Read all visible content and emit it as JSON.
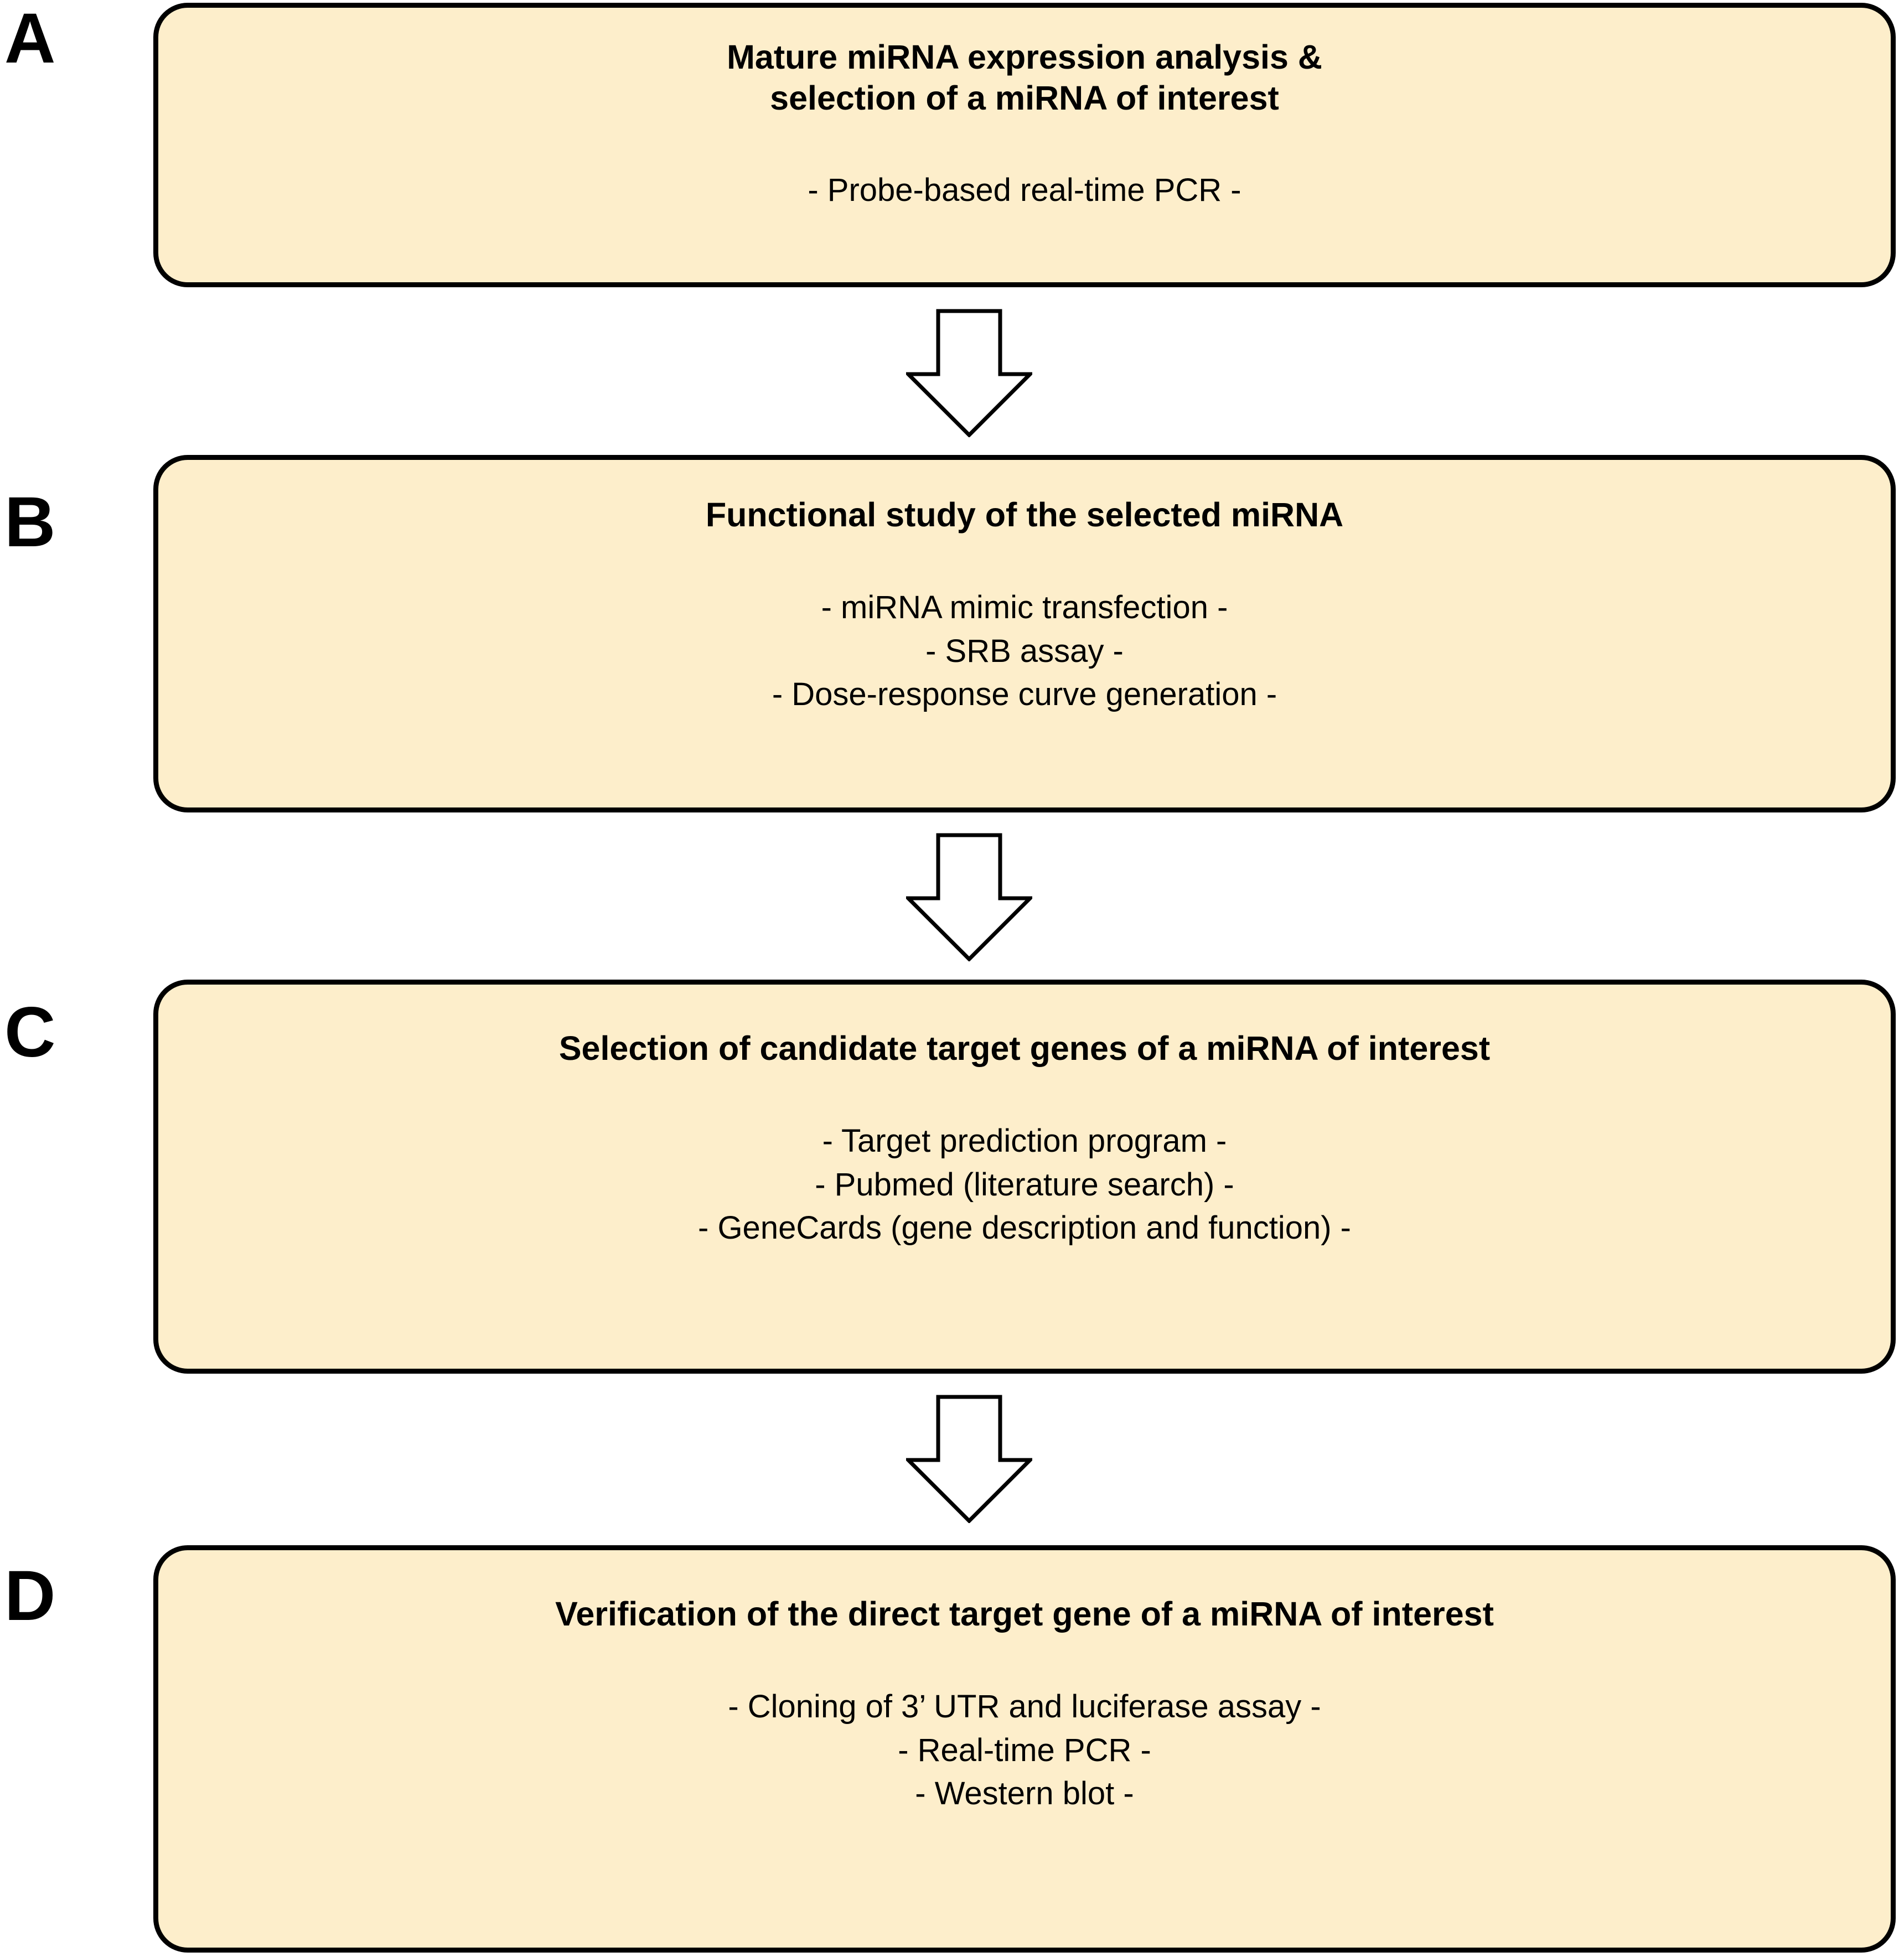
{
  "figure": {
    "type": "flowchart",
    "orientation": "vertical",
    "background_color": "#ffffff",
    "box_fill_color": "#fdeecb",
    "box_border_color": "#000000",
    "text_color": "#000000",
    "arrow_fill_color": "#ffffff",
    "arrow_outline_color": "#000000"
  },
  "panels": [
    {
      "label": "A",
      "heading": "Mature miRNA expression analysis &\nselection of a miRNA of interest",
      "body": "- Probe-based real-time PCR -",
      "items": [
        "- Probe-based real-time PCR -"
      ]
    },
    {
      "label": "B",
      "heading": "Functional study of the selected miRNA",
      "body": "- miRNA mimic transfection -\n- SRB assay -\n- Dose-response curve generation -",
      "items": [
        "- miRNA mimic transfection -",
        "- SRB assay -",
        "- Dose-response curve generation -"
      ]
    },
    {
      "label": "C",
      "heading": "Selection of candidate target genes of a miRNA of interest",
      "body": "- Target prediction program -\n- Pubmed (literature search) -\n- GeneCards (gene description and function) -",
      "items": [
        "- Target prediction program -",
        "- Pubmed (literature search) -",
        "- GeneCards (gene description and function) -"
      ]
    },
    {
      "label": "D",
      "heading": "Verification of the direct target gene of a miRNA of interest",
      "body": "- Cloning of 3’ UTR and luciferase assay -\n- Real-time PCR -\n- Western blot -",
      "items": [
        "- Cloning of 3’ UTR and luciferase assay -",
        "- Real-time PCR -",
        "- Western blot -"
      ]
    }
  ],
  "connectors": [
    {
      "from": "A",
      "to": "B",
      "glyph": "down-arrow"
    },
    {
      "from": "B",
      "to": "C",
      "glyph": "down-arrow"
    },
    {
      "from": "C",
      "to": "D",
      "glyph": "down-arrow"
    }
  ]
}
